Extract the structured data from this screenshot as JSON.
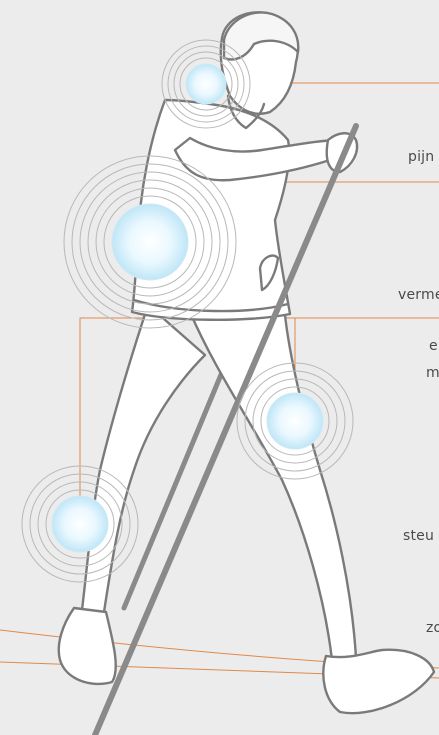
{
  "labels": {
    "neck": "pijn",
    "shoulder": "verme",
    "hip_a": "e",
    "hip_b": "m",
    "knee": "steu",
    "ankle": "zo"
  },
  "colors": {
    "background": "#ececec",
    "figure_fill": "#ffffff",
    "figure_outline": "#7a7a7a",
    "pole": "#8a8a8a",
    "leader_line": "#e0894a",
    "highlight_glow": "#bfe6f7"
  },
  "icons": {
    "joint": "joint-highlight-icon"
  }
}
